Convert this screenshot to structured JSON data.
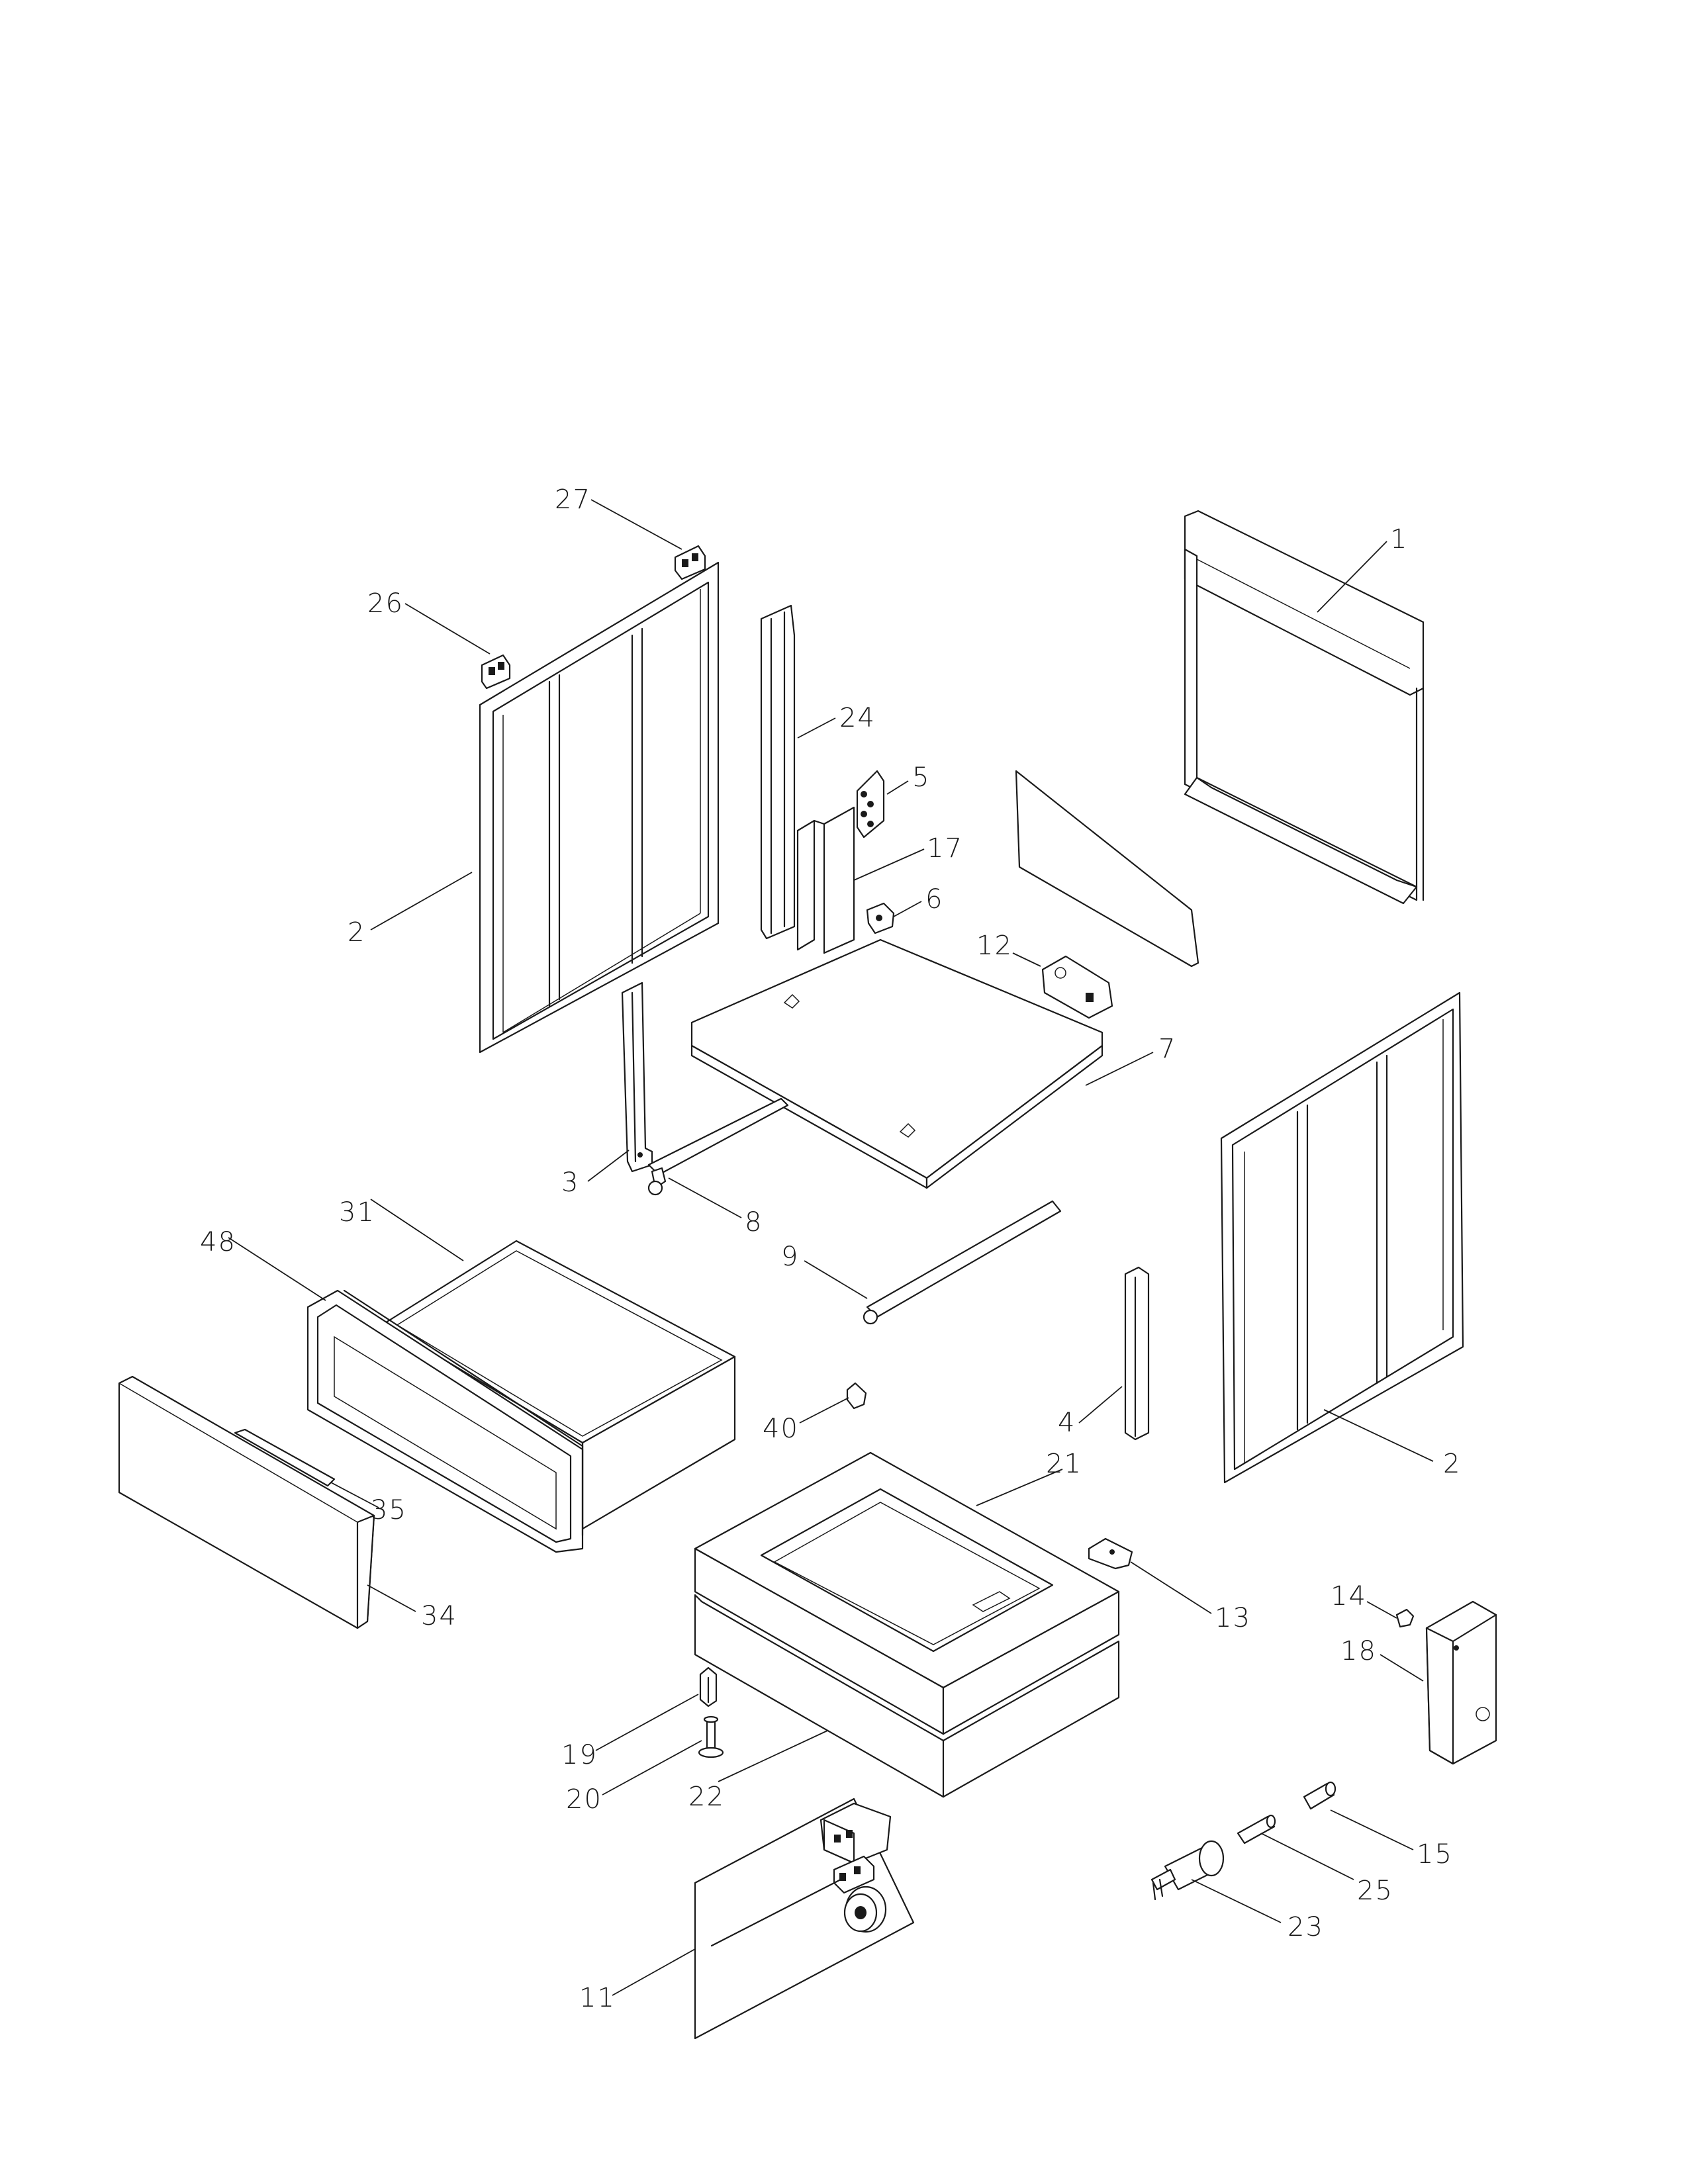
{
  "callouts": {
    "c1": "1",
    "c2a": "2",
    "c2b": "2",
    "c3": "3",
    "c4": "4",
    "c5": "5",
    "c6": "6",
    "c7": "7",
    "c8": "8",
    "c9": "9",
    "c11": "11",
    "c12": "12",
    "c13": "13",
    "c14": "14",
    "c15": "15",
    "c17": "17",
    "c18": "18",
    "c19": "19",
    "c20": "20",
    "c21": "21",
    "c22": "22",
    "c23": "23",
    "c24": "24",
    "c25": "25",
    "c26": "26",
    "c27": "27",
    "c31": "31",
    "c34": "34",
    "c35": "35",
    "c40": "40",
    "c48": "48"
  }
}
